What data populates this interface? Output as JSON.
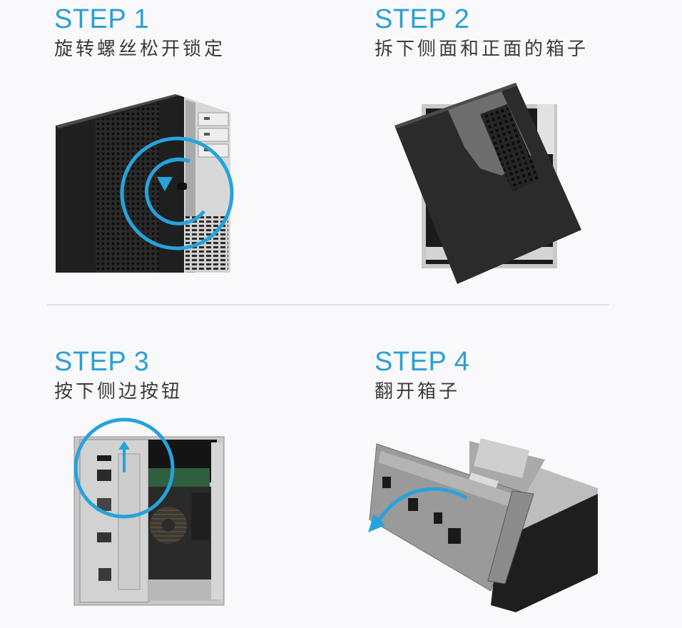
{
  "colors": {
    "accent": "#2a9fd6",
    "text": "#3b3b3b",
    "background": "#f9f9fb",
    "divider": "#e3e3e6"
  },
  "steps": [
    {
      "title": "STEP 1",
      "subtitle": "旋转螺丝松开锁定",
      "image": "pc-tower-rotate-screw",
      "icon": "rotate-arrow-icon"
    },
    {
      "title": "STEP 2",
      "subtitle": "拆下侧面和正面的箱子",
      "image": "side-panel-removed",
      "icon": null
    },
    {
      "title": "STEP 3",
      "subtitle": "按下侧边按钮",
      "image": "pc-internal-press-button",
      "icon": "up-arrow-icon"
    },
    {
      "title": "STEP 4",
      "subtitle": "翻开箱子",
      "image": "pc-chassis-flip-open",
      "icon": "curved-arrow-icon"
    }
  ]
}
